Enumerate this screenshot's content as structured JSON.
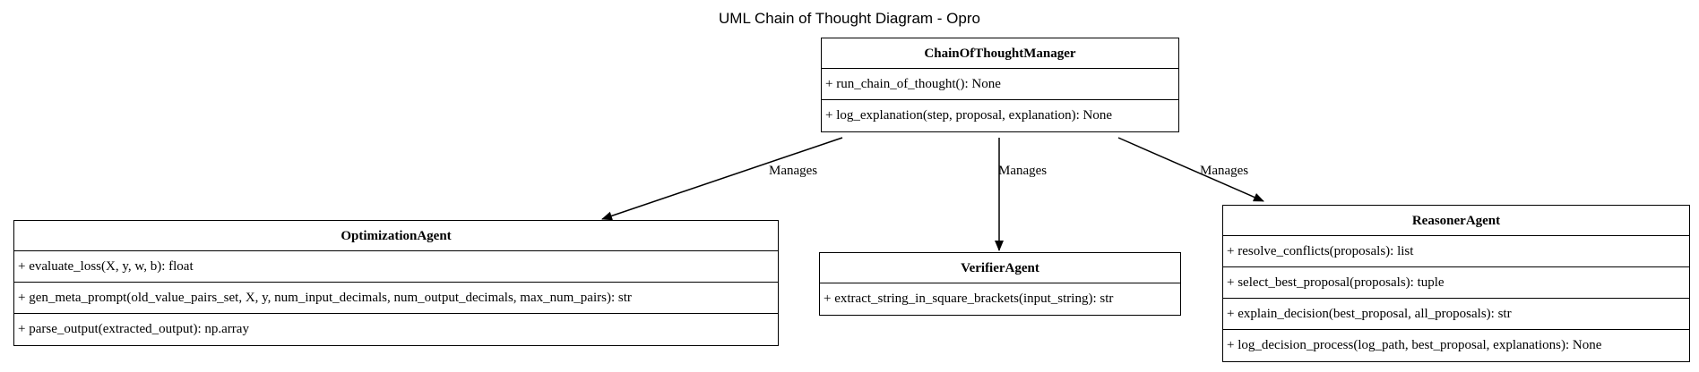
{
  "diagram": {
    "title": "UML Chain of Thought Diagram - Opro"
  },
  "classes": {
    "manager": {
      "name": "ChainOfThoughtManager",
      "methods": [
        "+ run_chain_of_thought(): None",
        "+ log_explanation(step, proposal, explanation): None"
      ]
    },
    "optimization": {
      "name": "OptimizationAgent",
      "methods": [
        "+ evaluate_loss(X, y, w, b): float",
        "+ gen_meta_prompt(old_value_pairs_set, X, y, num_input_decimals, num_output_decimals, max_num_pairs): str",
        "+ parse_output(extracted_output): np.array"
      ]
    },
    "verifier": {
      "name": "VerifierAgent",
      "methods": [
        "+ extract_string_in_square_brackets(input_string): str"
      ]
    },
    "reasoner": {
      "name": "ReasonerAgent",
      "methods": [
        "+ resolve_conflicts(proposals): list",
        "+ select_best_proposal(proposals): tuple",
        "+ explain_decision(best_proposal, all_proposals): str",
        "+ log_decision_process(log_path, best_proposal, explanations): None"
      ]
    }
  },
  "edges": [
    {
      "from": "ChainOfThoughtManager",
      "to": "OptimizationAgent",
      "label": "Manages"
    },
    {
      "from": "ChainOfThoughtManager",
      "to": "VerifierAgent",
      "label": "Manages"
    },
    {
      "from": "ChainOfThoughtManager",
      "to": "ReasonerAgent",
      "label": "Manages"
    }
  ]
}
